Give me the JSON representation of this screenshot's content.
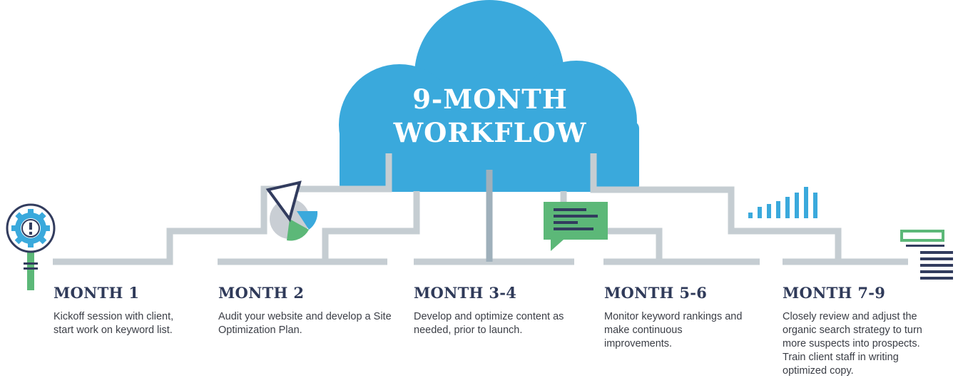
{
  "title": {
    "line1": "9-MONTH",
    "line2": "WORKFLOW"
  },
  "phases": [
    {
      "heading": "MONTH 1",
      "text": "Kickoff session with client, start work on keyword list."
    },
    {
      "heading": "MONTH 2",
      "text": "Audit your website and develop a Site Optimization Plan."
    },
    {
      "heading": "MONTH 3-4",
      "text": "Develop and optimize content as needed, prior to launch."
    },
    {
      "heading": "MONTH 5-6",
      "text": "Monitor keyword rankings and make continuous improvements."
    },
    {
      "heading": "MONTH 7-9",
      "text": "Closely review and adjust the organic search strategy to turn more suspects into prospects. Train client staff in writing optimized copy."
    }
  ],
  "icons": [
    "gear-alert-magnifier-icon",
    "pie-chart-icon",
    "chat-bubble-icon",
    "bar-chart-icon",
    "document-lines-icon"
  ],
  "colors": {
    "cloud": "#3aa9dc",
    "connector": "#c5cdd2",
    "heading": "#2f3a59",
    "green": "#5cb878",
    "navy": "#323c5e"
  }
}
